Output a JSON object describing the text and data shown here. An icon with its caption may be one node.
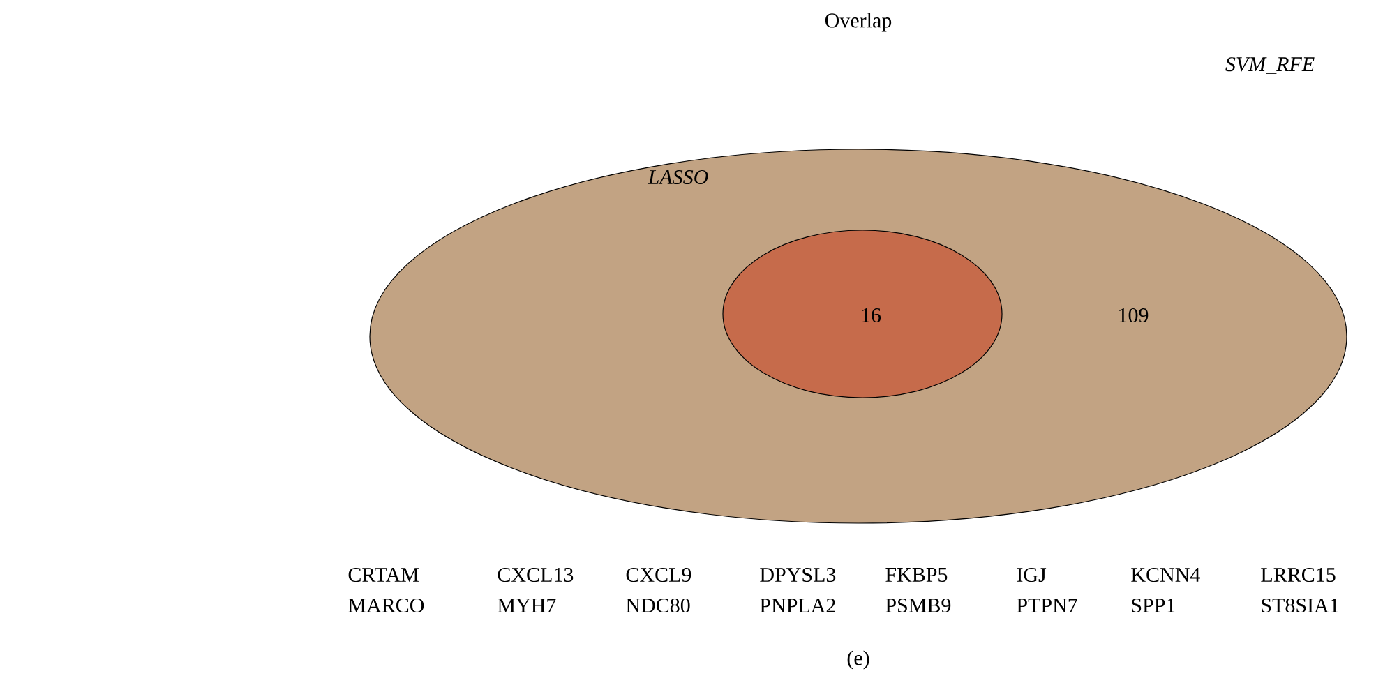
{
  "diagram": {
    "title": "Overlap",
    "caption": "(e)",
    "nodes": [
      {
        "text": [
          "SVM_RFE",
          "109"
        ]
      },
      {
        "text": [
          "LASSO",
          "16"
        ],
        "in": 0
      }
    ],
    "labels": [
      "CRTAM",
      "CXCL13",
      "CXCL9",
      "DPYSL3",
      "FKBP5",
      "IGJ",
      "KCNN4",
      "LRRC15",
      "MARCO",
      "MYH7",
      "NDC80",
      "PNPLA2",
      "PSMB9",
      "PTPN7",
      "SPP1",
      "ST8SIA1"
    ]
  }
}
